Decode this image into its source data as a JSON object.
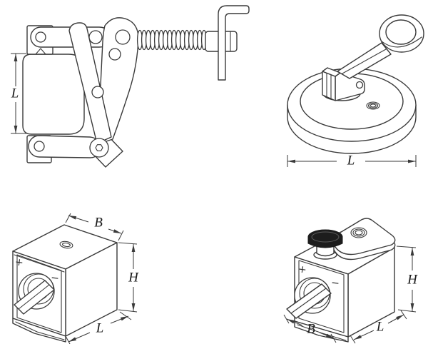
{
  "style": {
    "background": "#ffffff",
    "line_color": "#3a3a3a",
    "label_color": "#1c1c1c",
    "knob_color": "#1d1d1d"
  },
  "labels": {
    "toggle_clamp": {
      "height_label": "L"
    },
    "suction_lifter": {
      "length_label": "L"
    },
    "magnetic_base": {
      "width_label": "B",
      "height_label": "H",
      "length_label": "L",
      "plus": "+",
      "minus": "−"
    },
    "magnetic_base_knob": {
      "width_label": "B",
      "height_label": "H",
      "length_label": "L",
      "plus": "+",
      "minus": "−"
    }
  }
}
